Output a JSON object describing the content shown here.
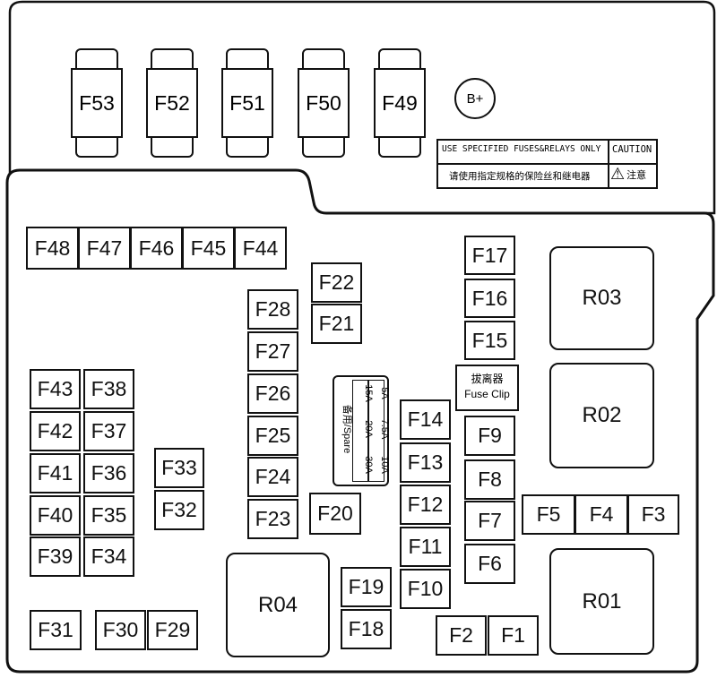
{
  "top_fuses": [
    "F53",
    "F52",
    "F51",
    "F50",
    "F49"
  ],
  "bplus": "B+",
  "caution_en": "USE SPECIFIED FUSES&RELAYS ONLY",
  "caution_title": "CAUTION",
  "caution_cn": "请使用指定规格的保险丝和继电器",
  "caution_warn": "注意",
  "warn_icon": "warning-triangle-icon",
  "row_top": [
    "F48",
    "F47",
    "F46",
    "F45",
    "F44"
  ],
  "left_col_a": [
    "F43",
    "F42",
    "F41",
    "F40",
    "F39"
  ],
  "left_col_b": [
    "F38",
    "F37",
    "F36",
    "F35",
    "F34"
  ],
  "f33": "F33",
  "f32": "F32",
  "f31": "F31",
  "f30": "F30",
  "f29": "F29",
  "mid_col": [
    "F28",
    "F27",
    "F26",
    "F25",
    "F24",
    "F23"
  ],
  "f22": "F22",
  "f21": "F21",
  "f20": "F20",
  "f19": "F19",
  "f18": "F18",
  "spare_label": "备用/Spare",
  "spare_cells": [
    "15A",
    "20A",
    "30A",
    "5A",
    "7.5A",
    "10A"
  ],
  "col_f14": [
    "F14",
    "F13",
    "F12",
    "F11",
    "F10"
  ],
  "col_f17": [
    "F17",
    "F16",
    "F15"
  ],
  "fuse_clip_cn": "拔离器",
  "fuse_clip_en": "Fuse Clip",
  "col_f9": [
    "F9",
    "F8",
    "F7",
    "F6"
  ],
  "row_f5": [
    "F5",
    "F4",
    "F3"
  ],
  "f2": "F2",
  "f1": "F1",
  "relays": {
    "r03": "R03",
    "r02": "R02",
    "r01": "R01",
    "r04": "R04"
  }
}
